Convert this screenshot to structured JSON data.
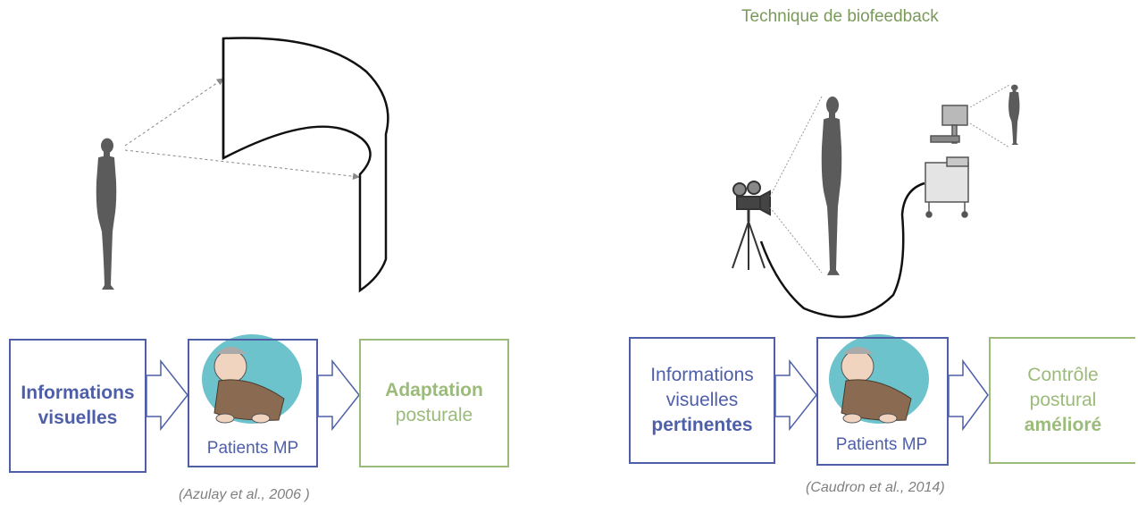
{
  "right_title": "Technique de biofeedback",
  "left": {
    "input_line1": "Informations",
    "input_line2": "visuelles",
    "patient_label": "Patients MP",
    "output_bold": "Adaptation",
    "output_line2": "posturale",
    "citation": "(Azulay et al., 2006 )"
  },
  "right": {
    "input_line1": "Informations",
    "input_line2": "visuelles",
    "input_bold": "pertinentes",
    "patient_label": "Patients MP",
    "output_line1": "Contrôle",
    "output_line2": "postural",
    "output_bold": "amélioré",
    "citation": "(Caudron et al., 2014)"
  },
  "colors": {
    "blue": "#4e5fa8",
    "green": "#9bbb7a",
    "silhouette": "#5b5b5b",
    "patient_circle": "#6cc3cc"
  }
}
